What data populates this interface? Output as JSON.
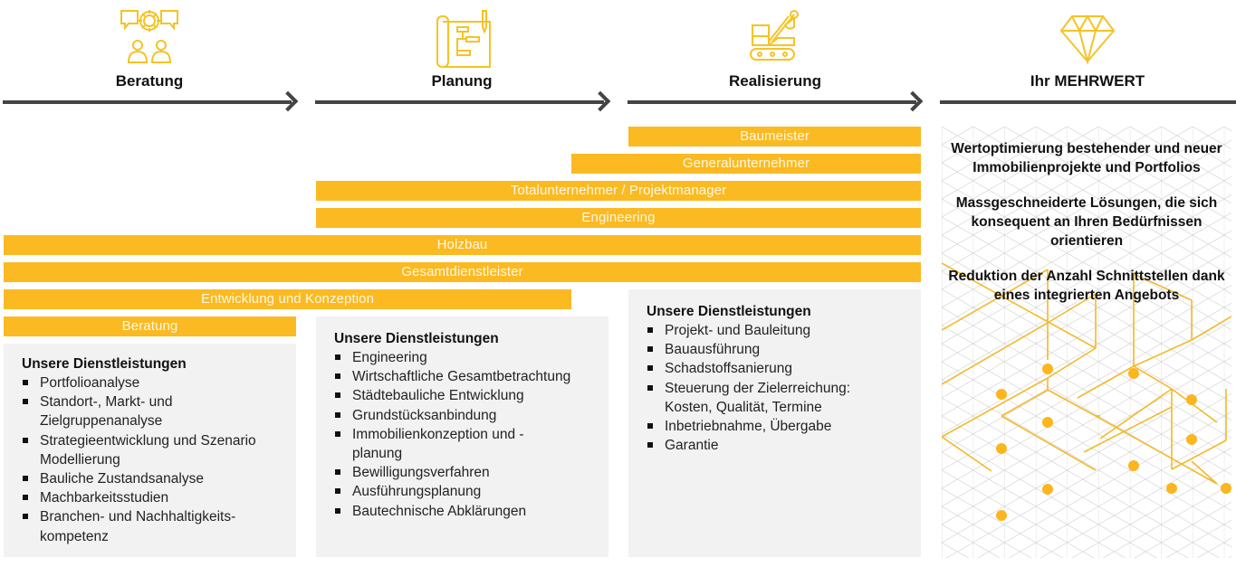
{
  "colors": {
    "accent": "#FBBA22",
    "arrow": "#444444",
    "box_bg": "#F2F2F2",
    "bar_text": "#FFF8E6"
  },
  "phases": [
    {
      "title": "Beratung",
      "icon": "consulting-people-gear-icon"
    },
    {
      "title": "Planung",
      "icon": "blueprint-plan-icon"
    },
    {
      "title": "Realisierung",
      "icon": "excavator-icon"
    },
    {
      "title": "Ihr MEHRWERT",
      "icon": "diamond-icon"
    }
  ],
  "bars": [
    {
      "label": "Baumeister",
      "span": [
        "Realisierung"
      ]
    },
    {
      "label": "Generalunternehmer",
      "span": [
        "Planung (late)",
        "Realisierung"
      ]
    },
    {
      "label": "Totalunternehmer / Projektmanager",
      "span": [
        "Planung",
        "Realisierung"
      ]
    },
    {
      "label": "Engineering",
      "span": [
        "Planung",
        "Realisierung"
      ]
    },
    {
      "label": "Holzbau",
      "span": [
        "Beratung",
        "Planung",
        "Realisierung"
      ]
    },
    {
      "label": "Gesamtdienstleister",
      "span": [
        "Beratung",
        "Planung",
        "Realisierung"
      ]
    },
    {
      "label": "Entwicklung und Konzeption",
      "span": [
        "Beratung",
        "Planung"
      ]
    },
    {
      "label": "Beratung",
      "span": [
        "Beratung"
      ]
    }
  ],
  "services": [
    {
      "heading": "Unsere Dienstleistungen",
      "items": [
        "Portfolioanalyse",
        "Standort-, Markt- und Zielgruppenanalyse",
        "Strategieentwicklung und Szenario Modellierung",
        "Bauliche Zustandsanalyse",
        "Machbarkeitsstudien",
        "Branchen- und Nachhaltigkeits-kompetenz"
      ]
    },
    {
      "heading": "Unsere Dienstleistungen",
      "items": [
        "Engineering",
        "Wirtschaftliche Gesamtbetrachtung",
        "Städtebauliche Entwicklung",
        "Grundstücksanbindung",
        "Immobilienkonzeption und -planung",
        "Bewilligungsverfahren",
        "Ausführungsplanung",
        "Bautechnische Abklärungen"
      ]
    },
    {
      "heading": "Unsere Dienstleistungen",
      "items": [
        "Projekt- und Bauleitung",
        "Bauausführung",
        "Schadstoffsanierung",
        "Steuerung der Zielerreichung: Kosten, Qualität, Termine",
        "Inbetriebnahme, Übergabe",
        "Garantie"
      ]
    }
  ],
  "value": {
    "statements": [
      "Wertoptimierung bestehender und neuer Immobilienprojekte und Portfolios",
      "Massgeschneiderte Lösungen, die sich konsequent an Ihren Bedürfnissen orientieren",
      "Reduktion der Anzahl Schnittstellen dank eines integrierten Angebots"
    ]
  }
}
